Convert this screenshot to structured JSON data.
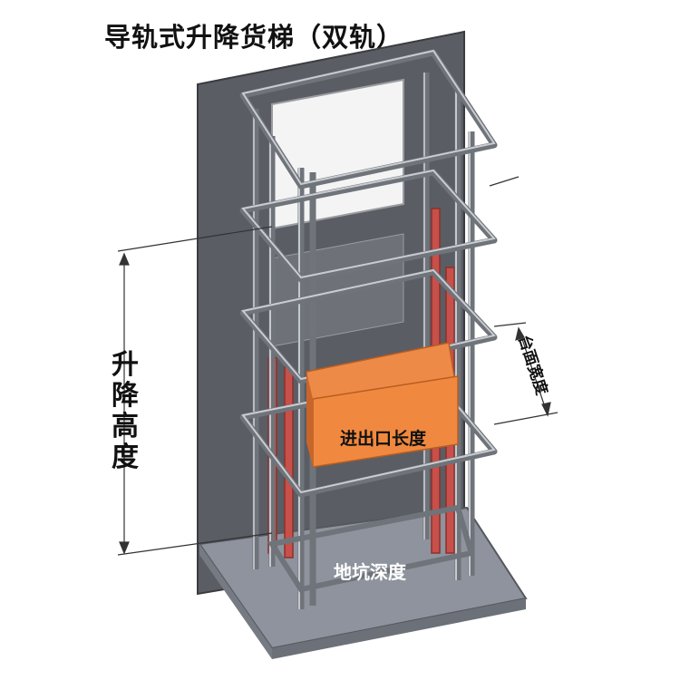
{
  "title": "导轨式升降货梯（双轨）",
  "labels": {
    "lift_height": [
      "升",
      "降",
      "高",
      "度"
    ],
    "entrance_length": "进出口长度",
    "platform_width": "台面宽度",
    "pit_depth": "地坑深度"
  },
  "colors": {
    "wall": "#5a5d64",
    "floor": "#8e939d",
    "rail": "#6f737a",
    "cylinder": "#c8504a",
    "platform": "#ee8a47",
    "platform_edge": "#b85d22"
  }
}
